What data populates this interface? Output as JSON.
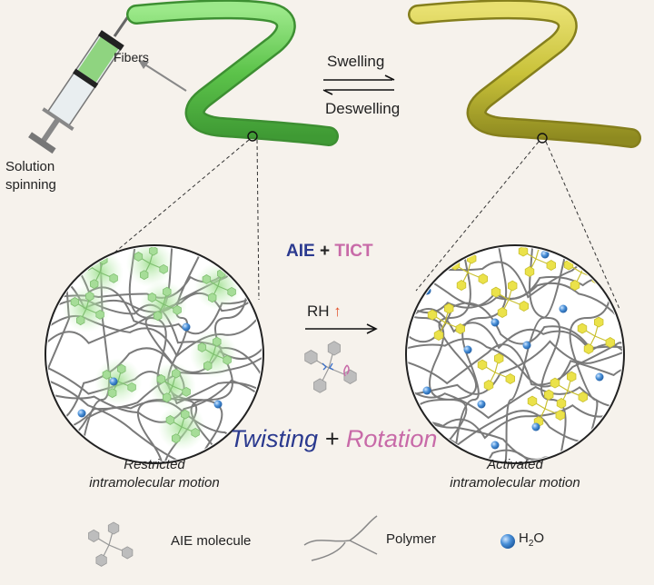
{
  "labels": {
    "fibers": "Fibers",
    "solution_spinning_1": "Solution",
    "solution_spinning_2": "spinning",
    "swelling": "Swelling",
    "deswelling": "Deswelling",
    "aie": "AIE",
    "plus1": "+",
    "tict": "TICT",
    "rh": "RH",
    "rh_arrow": "↑",
    "twisting": "Twisting",
    "plus2": "+",
    "rotation": "Rotation",
    "restricted_1": "Restricted",
    "restricted_2": "intramolecular motion",
    "activated_1": "Activated",
    "activated_2": "intramolecular motion"
  },
  "legend": {
    "aie_molecule": "AIE molecule",
    "polymer": "Polymer",
    "water_h": "H",
    "water_sub": "2",
    "water_o": "O"
  },
  "colors": {
    "background": "#f6f2ec",
    "green_fiber": "#6fcf5c",
    "yellow_fiber": "#c9c23a",
    "aie_blue": "#2b3a8f",
    "tict_pink": "#c86aa8",
    "rh_red": "#e2502a",
    "water_blue": "#3a86d0"
  }
}
